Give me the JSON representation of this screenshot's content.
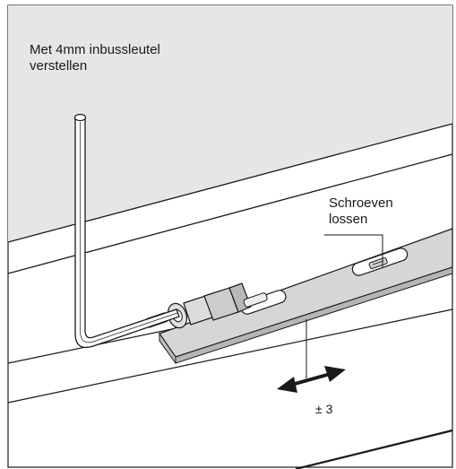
{
  "labels": {
    "hex_key": {
      "line1": "Met 4mm inbussleutel",
      "line2": "verstellen"
    },
    "screws": {
      "line1": "Schroeven",
      "line2": "lossen"
    },
    "range": "± 3"
  },
  "colors": {
    "panel_fill": "#e6e6e6",
    "outline": "#1a1a1a",
    "rail_fill": "#d6d6d6",
    "background": "#ffffff"
  },
  "icons": {
    "adjust_arrow": "double-headed-arrow-icon",
    "tool": "hex-key-icon"
  }
}
